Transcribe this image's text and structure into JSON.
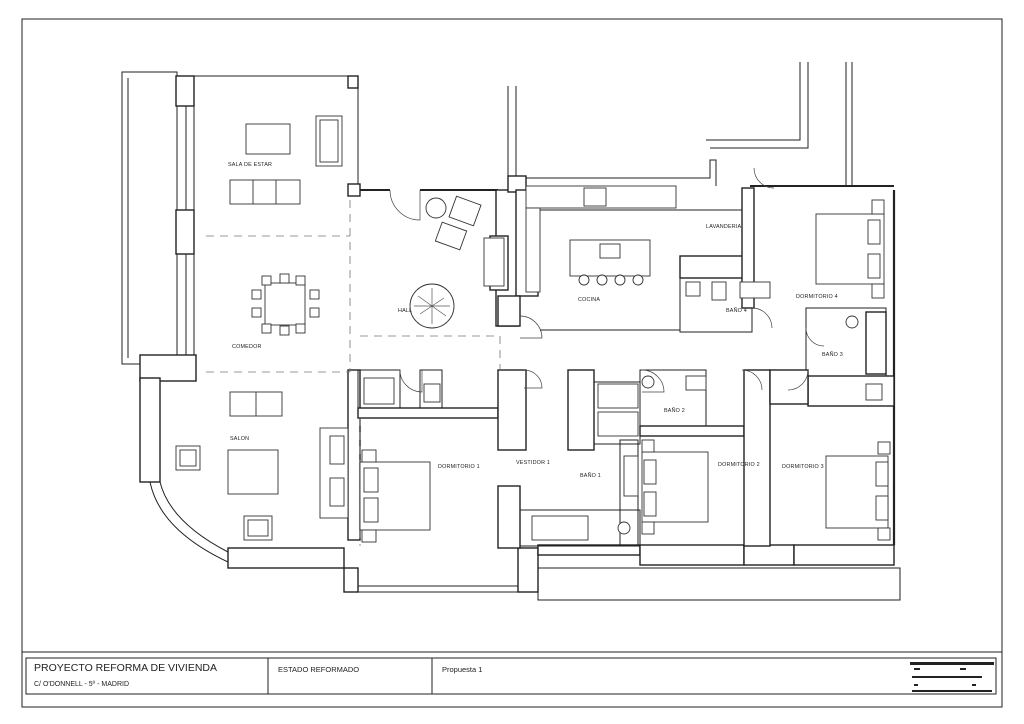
{
  "title_block": {
    "project_title": "PROYECTO REFORMA DE VIVIENDA",
    "address": "C/ O'DONNELL - 5º -   MADRID",
    "state": "ESTADO REFORMADO",
    "proposal": "Propuesta 1"
  },
  "rooms": {
    "sala_de_estar": "SALA DE ESTAR",
    "comedor": "COMEDOR",
    "salon": "SALON",
    "hall": "HALL",
    "cocina": "COCINA",
    "lavanderia": "LAVANDERIA",
    "dormitorio_4": "DORMITORIO 4",
    "bano_4": "BAÑO 4",
    "bano_3": "BAÑO 3",
    "bano_2": "BAÑO 2",
    "bano_1": "BAÑO 1",
    "dormitorio_1": "DORMITORIO 1",
    "vestidor_1": "VESTIDOR 1",
    "dormitorio_2": "DORMITORIO 2",
    "dormitorio_3": "DORMITORIO 3"
  }
}
